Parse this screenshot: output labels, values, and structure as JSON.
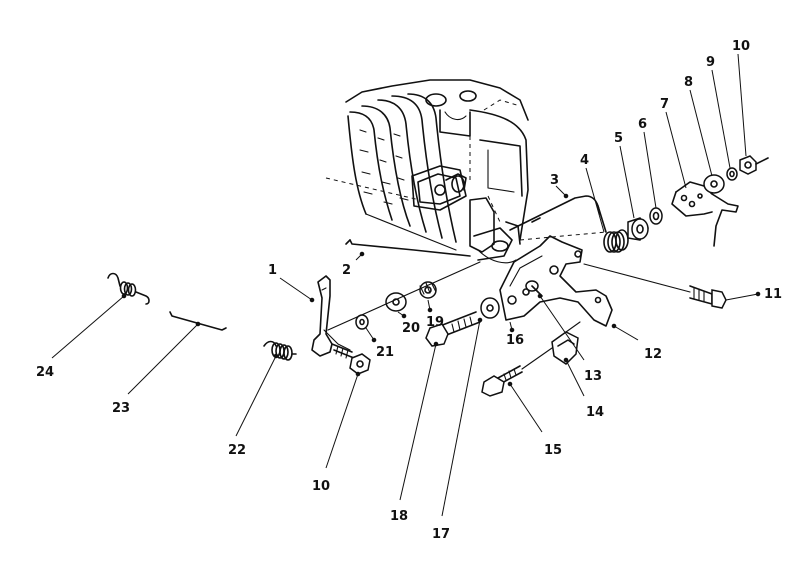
{
  "callouts": [
    {
      "id": "1",
      "label": "1"
    },
    {
      "id": "2",
      "label": "2"
    },
    {
      "id": "3",
      "label": "3"
    },
    {
      "id": "4",
      "label": "4"
    },
    {
      "id": "5",
      "label": "5"
    },
    {
      "id": "6",
      "label": "6"
    },
    {
      "id": "7",
      "label": "7"
    },
    {
      "id": "8",
      "label": "8"
    },
    {
      "id": "9",
      "label": "9"
    },
    {
      "id": "10a",
      "label": "10"
    },
    {
      "id": "11",
      "label": "11"
    },
    {
      "id": "12",
      "label": "12"
    },
    {
      "id": "13",
      "label": "13"
    },
    {
      "id": "14",
      "label": "14"
    },
    {
      "id": "15",
      "label": "15"
    },
    {
      "id": "16",
      "label": "16"
    },
    {
      "id": "17",
      "label": "17"
    },
    {
      "id": "18",
      "label": "18"
    },
    {
      "id": "19",
      "label": "19"
    },
    {
      "id": "20",
      "label": "20"
    },
    {
      "id": "21",
      "label": "21"
    },
    {
      "id": "22",
      "label": "22"
    },
    {
      "id": "23",
      "label": "23"
    },
    {
      "id": "24",
      "label": "24"
    },
    {
      "id": "10b",
      "label": "10"
    }
  ],
  "colors": {
    "ink": "#111111",
    "background": "#ffffff"
  }
}
